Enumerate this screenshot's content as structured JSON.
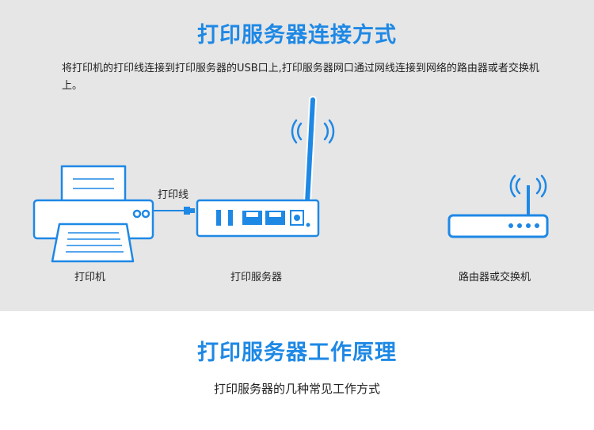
{
  "section1": {
    "title": "打印服务器连接方式",
    "description": "将打印机的打印线连接到打印服务器的USB口上,打印服务器网口通过网线连接到网络的路由器或者交换机上。"
  },
  "diagram": {
    "printer_label": "打印机",
    "cable_label": "打印线",
    "print_server_label": "打印服务器",
    "router_label": "路由器或交换机"
  },
  "section2": {
    "title": "打印服务器工作原理",
    "subtitle": "打印服务器的几种常见工作方式"
  },
  "colors": {
    "accent": "#1e88e5",
    "panel_bg": "#e6e6e6"
  }
}
